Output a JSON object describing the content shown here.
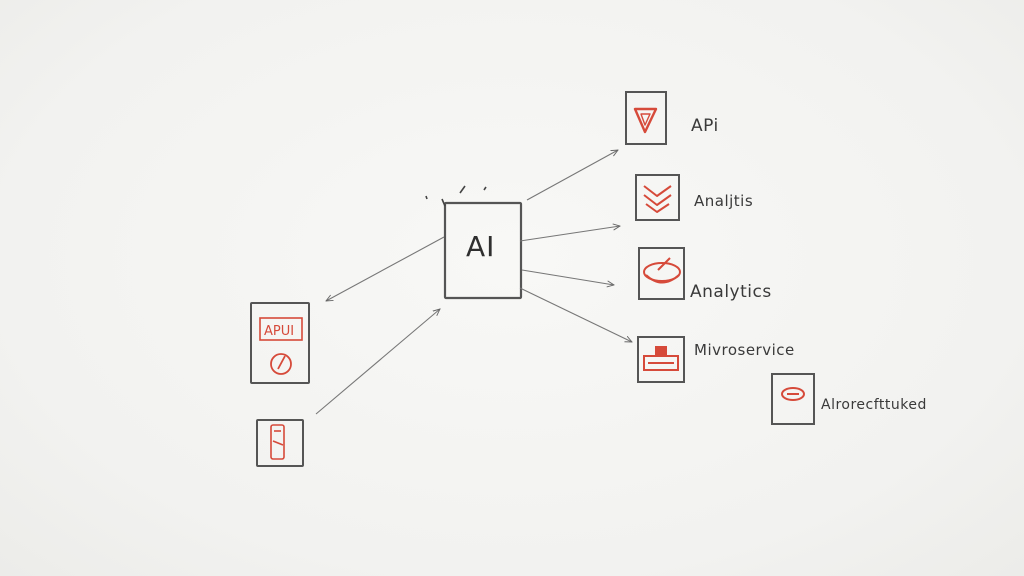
{
  "hub": {
    "label": "AI"
  },
  "left_nodes": [
    {
      "id": "left-api",
      "inner_label": "APUI",
      "icon": "gauge-icon"
    },
    {
      "id": "left-device",
      "icon": "phone-icon"
    }
  ],
  "right_nodes": [
    {
      "id": "api",
      "label": "APi",
      "icon": "triangle-icon"
    },
    {
      "id": "analytics-1",
      "label": "Analjtis",
      "icon": "chevron-stack-icon"
    },
    {
      "id": "analytics-2",
      "label": "Analytics",
      "icon": "bowl-icon"
    },
    {
      "id": "microservice",
      "label": "Mivroservice",
      "icon": "server-icon"
    },
    {
      "id": "extra",
      "label": "Alrorecfttuked",
      "icon": "link-icon"
    }
  ],
  "colors": {
    "stroke": "#555555",
    "accent": "#d64a3a"
  }
}
